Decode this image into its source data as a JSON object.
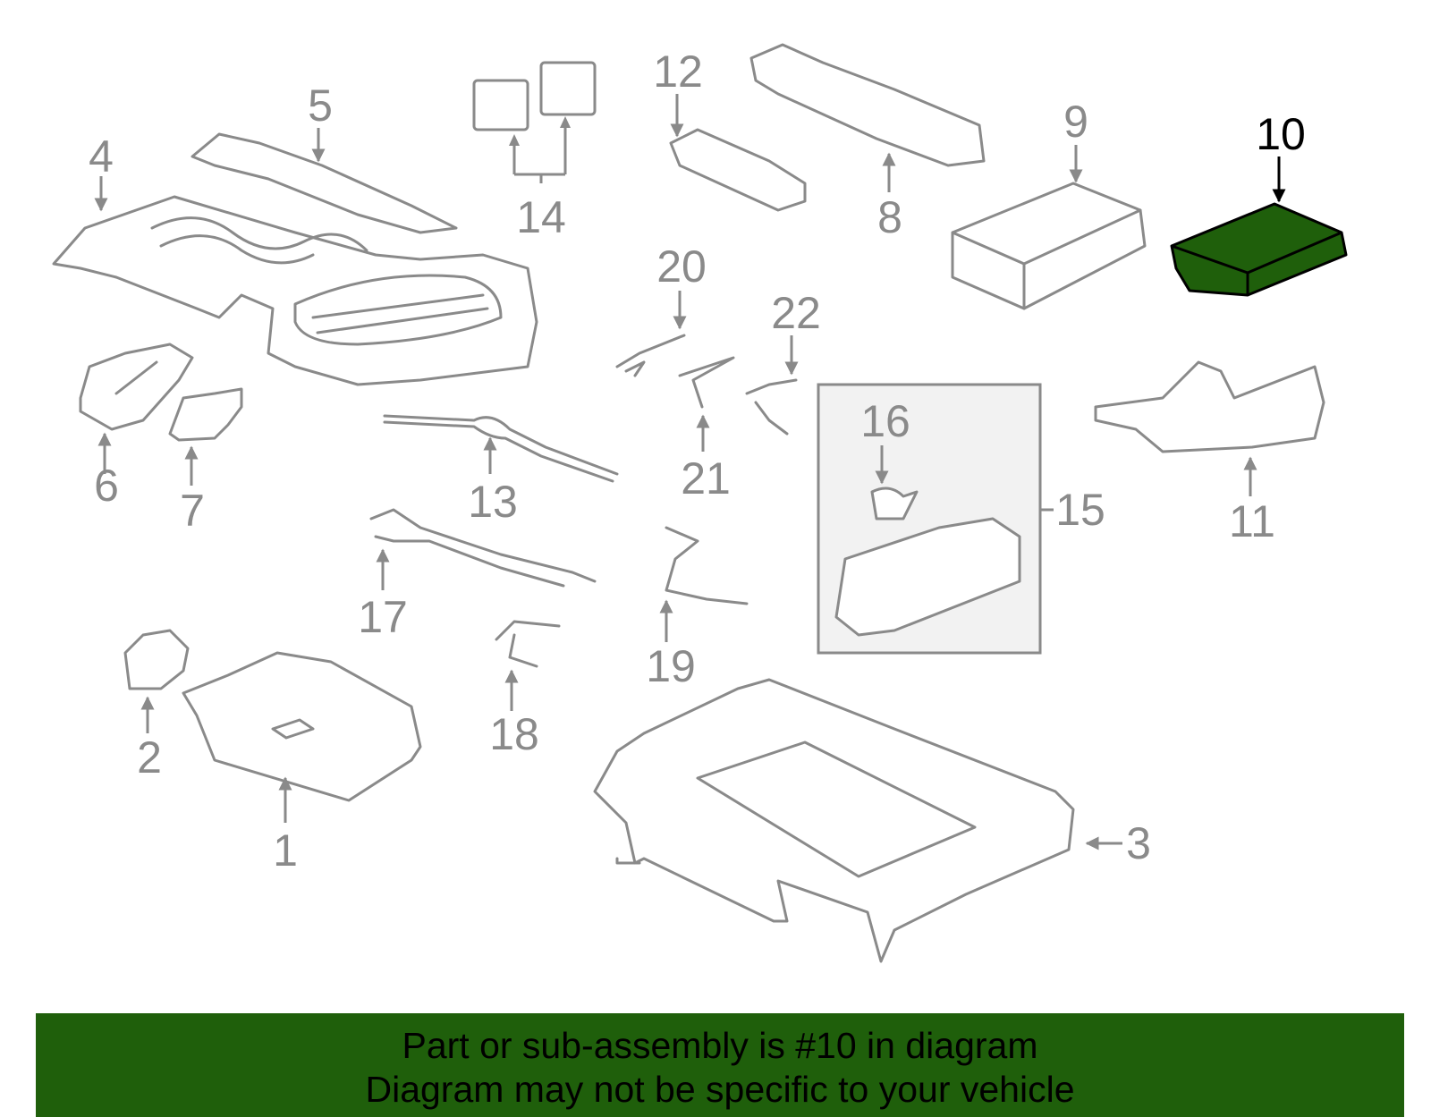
{
  "diagram": {
    "highlight_color": "#1f5f0b",
    "line_color": "#8a8a8a",
    "highlighted_part": "10",
    "callouts": [
      "1",
      "2",
      "3",
      "4",
      "5",
      "6",
      "7",
      "8",
      "9",
      "10",
      "11",
      "12",
      "13",
      "14",
      "15",
      "16",
      "17",
      "18",
      "19",
      "20",
      "21",
      "22"
    ]
  },
  "banner": {
    "line1": "Part or sub-assembly is #10 in diagram",
    "line2": "Diagram may not be specific to your vehicle",
    "background": "#1f5f0b"
  }
}
